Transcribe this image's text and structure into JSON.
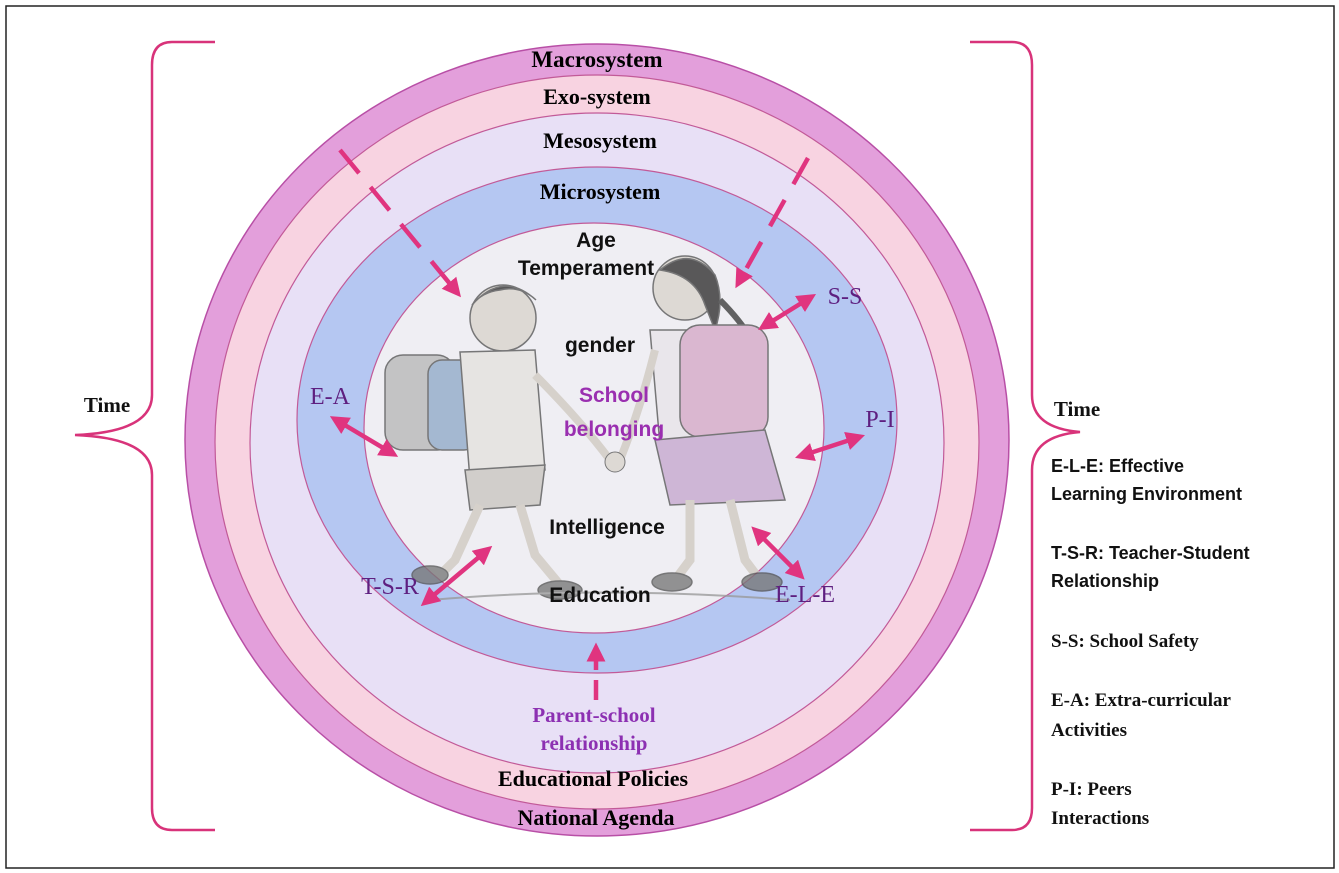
{
  "rings": {
    "macro": "Macrosystem",
    "exo": "Exo-system",
    "meso": "Mesosystem",
    "micro": "Microsystem",
    "policies": "Educational Policies",
    "agenda": "National Agenda",
    "parent": [
      "Parent-school",
      "relationship"
    ]
  },
  "core": {
    "age": "Age",
    "temperament": "Temperament",
    "gender": "gender",
    "belonging": [
      "School",
      "belonging"
    ],
    "intelligence": "Intelligence",
    "education": "Education"
  },
  "abbreviations": {
    "ea": "E-A",
    "ss": "S-S",
    "pi": "P-I",
    "tsr": "T-S-R",
    "ele": "E-L-E"
  },
  "time": {
    "left": "Time",
    "right": "Time"
  },
  "legend": {
    "ele": [
      "E-L-E: Effective",
      "Learning Environment"
    ],
    "tsr": [
      "T-S-R: Teacher-Student",
      "Relationship"
    ],
    "ss": [
      "S-S: School Safety"
    ],
    "ea": [
      "E-A: Extra-curricular",
      "Activities"
    ],
    "pi": [
      "P-I: Peers",
      "Interactions"
    ]
  },
  "colors": {
    "macro": "#e39fdb",
    "exo": "#f8d3e1",
    "meso": "#e8e0f6",
    "micro": "#b5c7f2",
    "core": "#efeef3",
    "arrow": "#e0347f",
    "abbr": "#5e1f80"
  },
  "icons": {
    "children": "two-children-holding-hands-illustration",
    "arrows": "double-headed-arrow"
  }
}
